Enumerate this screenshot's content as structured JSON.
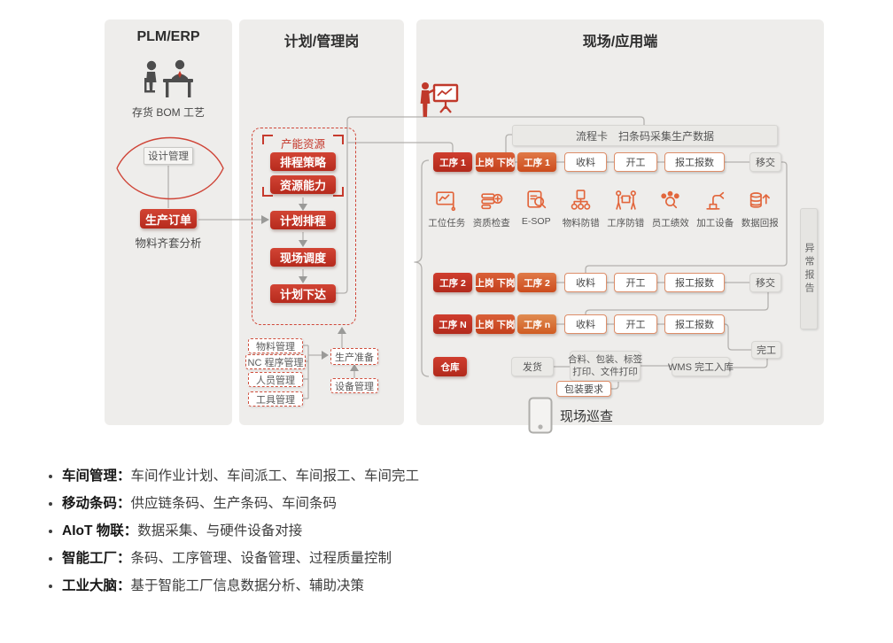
{
  "colors": {
    "red": "#c2352b",
    "orange": "#d2561f",
    "panel": "#eeedeb",
    "wire": "#b3b1ae",
    "icon_orange": "#e2663c"
  },
  "panels": {
    "plm": {
      "title": "PLM/ERP",
      "people_caption": "存货 BOM 工艺",
      "design_mgmt": "设计管理",
      "production_order": "生产订单",
      "material_kit_analysis": "物料齐套分析"
    },
    "plan": {
      "title": "计划/管理岗",
      "capacity_group": "产能资源",
      "schedule_strategy": "排程策略",
      "resource_capacity": "资源能力",
      "plan_schedule": "计划排程",
      "site_dispatch": "现场调度",
      "plan_release": "计划下达",
      "material_mgmt": "物料管理",
      "nc_program_mgmt": "NC 程序管理",
      "personnel_mgmt": "人员管理",
      "tool_mgmt": "工具管理",
      "production_prep": "生产准备",
      "equipment_mgmt": "设备管理"
    },
    "site": {
      "title": "现场/应用端",
      "process_card_bar": "流程卡　扫条码采集生产数据",
      "rows": [
        {
          "station": "工序 1",
          "shift": "上岗 下岗",
          "process": "工序 1",
          "receive": "收料",
          "start": "开工",
          "report": "报工报数",
          "transfer": "移交"
        },
        {
          "station": "工序 2",
          "shift": "上岗 下岗",
          "process": "工序 2",
          "receive": "收料",
          "start": "开工",
          "report": "报工报数",
          "transfer": "移交"
        },
        {
          "station": "工序 N",
          "shift": "上岗 下岗",
          "process": "工序 n",
          "receive": "收料",
          "start": "开工",
          "report": "报工报数"
        }
      ],
      "icons": [
        {
          "name": "workstation-task-icon",
          "label": "工位任务"
        },
        {
          "name": "qualification-check-icon",
          "label": "资质检查"
        },
        {
          "name": "e-sop-icon",
          "label": "E-SOP"
        },
        {
          "name": "material-mistake-proof-icon",
          "label": "物料防错"
        },
        {
          "name": "process-mistake-proof-icon",
          "label": "工序防错"
        },
        {
          "name": "employee-performance-icon",
          "label": "员工绩效"
        },
        {
          "name": "machining-equipment-icon",
          "label": "加工设备"
        },
        {
          "name": "data-feedback-icon",
          "label": "数据回报"
        }
      ],
      "finish": "完工",
      "warehouse": "仓库",
      "ship": "发货",
      "pack_print": [
        "合料、包装、标签",
        "打印、文件打印"
      ],
      "wms_inbound": "WMS 完工入库",
      "pack_request": "包装要求",
      "site_inspection": "现场巡查",
      "exception_report": "异常报告"
    }
  },
  "bullets": [
    {
      "title": "车间管理：",
      "text": "车间作业计划、车间派工、车间报工、车间完工"
    },
    {
      "title": "移动条码：",
      "text": "供应链条码、生产条码、车间条码"
    },
    {
      "title": "AIoT 物联：",
      "text": "数据采集、与硬件设备对接"
    },
    {
      "title": "智能工厂：",
      "text": "条码、工序管理、设备管理、过程质量控制"
    },
    {
      "title": "工业大脑：",
      "text": "基于智能工厂信息数据分析、辅助决策"
    }
  ]
}
